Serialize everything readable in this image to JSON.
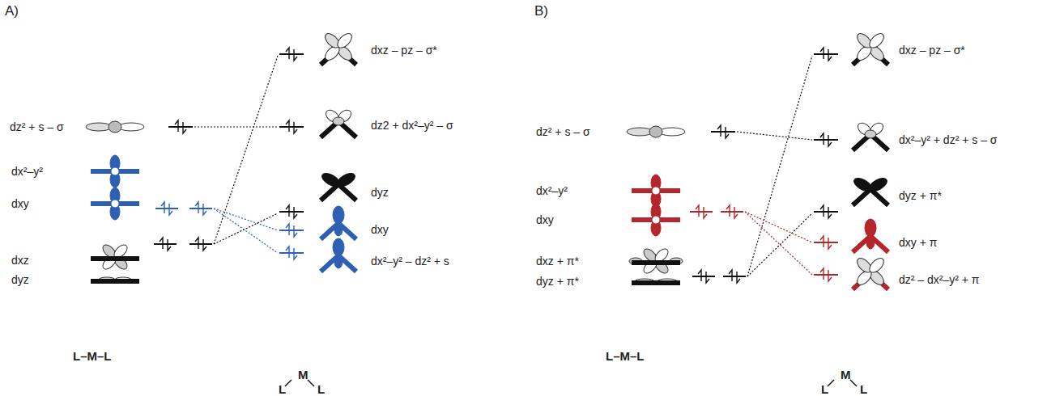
{
  "diagram": {
    "labels": [
      "A)",
      "dz² + s – σ",
      "dx²–y²",
      "dxy",
      "dxz",
      "dyz",
      "dxz – pz – σ*",
      "dz2 + dx²–y² – σ",
      "dyz",
      "dxy",
      "dx²–y² – dz² + s",
      "L–M–L",
      "M",
      "L",
      "L",
      "B)",
      "dz² + s – σ",
      "dx²–y²",
      "dxy",
      "dxz + π*",
      "dyz + π*",
      "dxz – pz – σ*",
      "dx²–y² + dz² + s – σ",
      "dyz + π*",
      "dxy + π",
      "dz² – dx²–y² + π",
      "L–M–L",
      "M",
      "L",
      "L"
    ]
  }
}
